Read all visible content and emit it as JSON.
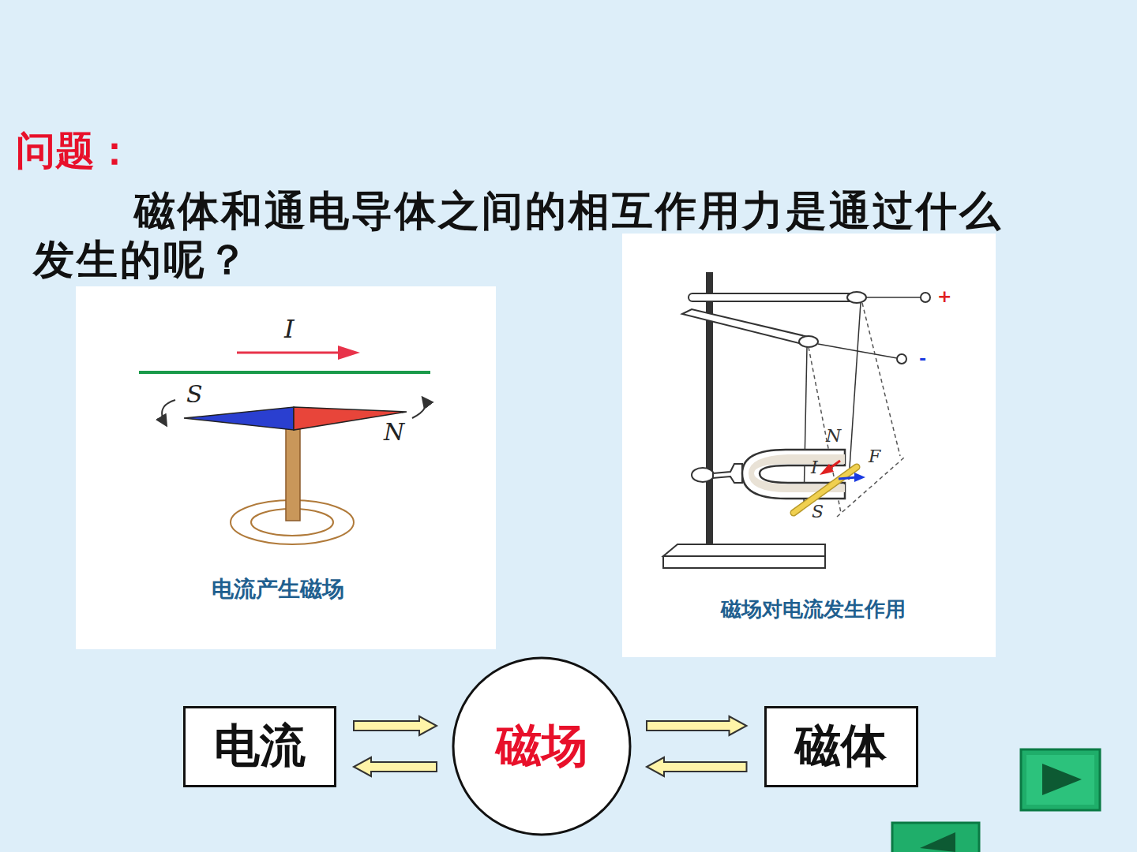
{
  "diagram": {
    "title": "问题：",
    "nodes": [
      {
        "text": [
          "电流"
        ]
      },
      {
        "text": [
          "磁场"
        ]
      },
      {
        "text": [
          "磁体"
        ]
      }
    ],
    "edges": [
      {
        "from": 0,
        "to": 1,
        "arrow": "to"
      },
      {
        "from": 1,
        "to": 0,
        "arrow": "to"
      },
      {
        "from": 1,
        "to": 2,
        "arrow": "to"
      },
      {
        "from": 2,
        "to": 1,
        "arrow": "to"
      }
    ],
    "labels": [
      "磁体和通电导体之间的相互作用力是通过什么发生的呢？",
      "I",
      "S",
      "N",
      "电流产生磁场",
      "N",
      "I",
      "F",
      "S",
      "+",
      "-",
      "磁场对电流发生作用"
    ]
  }
}
